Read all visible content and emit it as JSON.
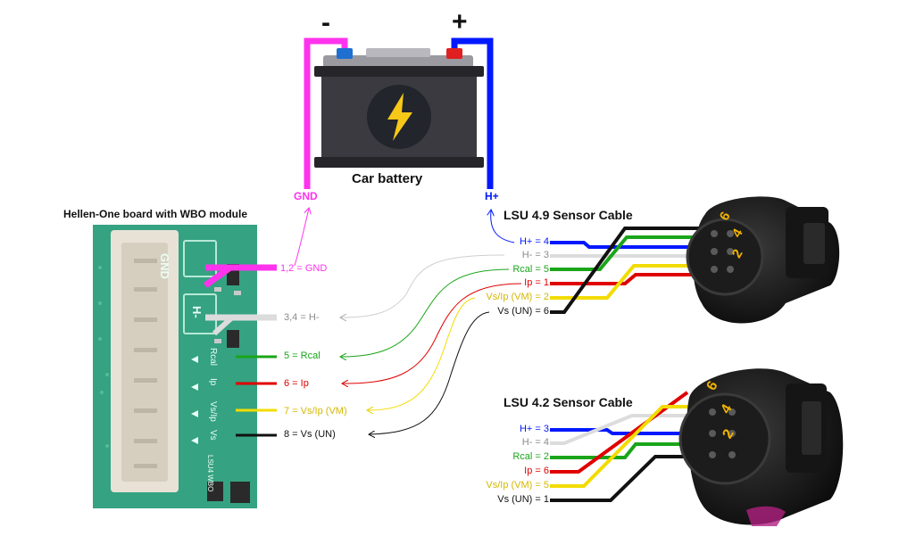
{
  "battery": {
    "label": "Car battery",
    "minus_sign": "-",
    "plus_sign": "+",
    "gnd_label": "GND",
    "hplus_label": "H+",
    "gnd_color": "#ff33ee",
    "hplus_color": "#0018ff"
  },
  "board": {
    "title": "Hellen-One board with WBO module",
    "silk_gnd": "GND",
    "silk_hminus": "H-",
    "silk_pins": [
      "Rcal",
      "Ip",
      "Vs/Ip",
      "Vs"
    ],
    "silk_module": "LSU4 WBO",
    "pins": [
      {
        "text": "1,2 = GND",
        "color": "#ff33ee"
      },
      {
        "text": "3,4 = H-",
        "color": "#8a8a8a"
      },
      {
        "text": "5 = Rcal",
        "color": "#1aa51a"
      },
      {
        "text": "6 = Ip",
        "color": "#e00000"
      },
      {
        "text": "7 = Vs/Ip (VM)",
        "color": "#d4b800"
      },
      {
        "text": "8 = Vs (UN)",
        "color": "#111111"
      }
    ]
  },
  "lsu49": {
    "title": "LSU 4.9 Sensor Cable",
    "pins": [
      {
        "text": "H+ = 4",
        "color": "#0018ff"
      },
      {
        "text": "H- = 3",
        "color": "#8a8a8a"
      },
      {
        "text": "Rcal = 5",
        "color": "#1aa51a"
      },
      {
        "text": "Ip = 1",
        "color": "#e00000"
      },
      {
        "text": "Vs/Ip (VM) = 2",
        "color": "#d4b800"
      },
      {
        "text": "Vs (UN) = 6",
        "color": "#111111"
      }
    ],
    "connector_numbers": [
      "6",
      "4",
      "2"
    ]
  },
  "lsu42": {
    "title": "LSU 4.2 Sensor Cable",
    "pins": [
      {
        "text": "H+ = 3",
        "color": "#0018ff"
      },
      {
        "text": "H- = 4",
        "color": "#8a8a8a"
      },
      {
        "text": "Rcal = 2",
        "color": "#1aa51a"
      },
      {
        "text": "Ip = 6",
        "color": "#e00000"
      },
      {
        "text": "Vs/Ip (VM) = 5",
        "color": "#d4b800"
      },
      {
        "text": "Vs (UN) = 1",
        "color": "#111111"
      }
    ],
    "connector_numbers": [
      "6",
      "4",
      "2"
    ]
  },
  "wire_colors": {
    "gnd": "#ff33ee",
    "hminus": "#dcdcdc",
    "rcal": "#1aa51a",
    "ip": "#e00000",
    "vsip": "#f2dc00",
    "vs": "#111111",
    "hplus": "#0018ff"
  }
}
